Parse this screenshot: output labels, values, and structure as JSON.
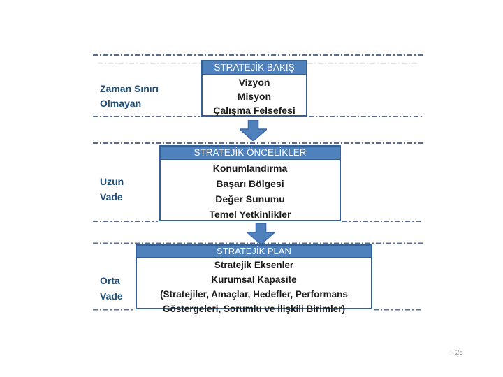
{
  "slide": {
    "page_number": "25"
  },
  "sections": [
    {
      "label_lines": [
        "Zaman Sınırı",
        "Olmayan"
      ],
      "header": "STRATEJİK BAKIŞ",
      "items": [
        "Vizyon",
        "Misyon",
        "Çalışma Felsefesi"
      ]
    },
    {
      "label_lines": [
        "Uzun",
        "Vade"
      ],
      "header": "STRATEJİK ÖNCELİKLER",
      "items": [
        "Konumlandırma",
        "Başarı Bölgesi",
        "Değer Sunumu",
        "Temel Yetkinlikler"
      ]
    },
    {
      "label_lines": [
        "Orta",
        "Vade"
      ],
      "header": "STRATEJİK PLAN",
      "items": [
        "Stratejik Eksenler",
        "Kurumsal Kapasite",
        "(Stratejiler, Amaçlar, Hedefler, Performans Göstergeleri, Sorumlu ve İlişkili Birimler)"
      ]
    }
  ],
  "colors": {
    "header_bg": "#4F81BD",
    "box_border": "#376092",
    "dash_line": "#5A6F8F",
    "faint_dash_line": "#E4E4E4",
    "label_text": "#1F4E79",
    "body_text": "#1A1A1A",
    "arrow_fill": "#4F81BD",
    "arrow_stroke": "#3A66A8",
    "page_number_text": "#8A8A8A"
  }
}
